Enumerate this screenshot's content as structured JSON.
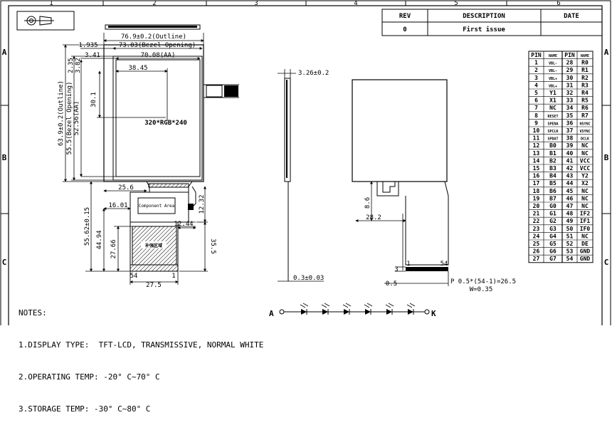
{
  "frame": {
    "col_numbers": [
      "1",
      "2",
      "3",
      "4",
      "5",
      "6"
    ],
    "row_letters": [
      "A",
      "B",
      "C"
    ]
  },
  "revision_table": {
    "headers": [
      "REV",
      "DESCRIPTION",
      "DATE"
    ],
    "rows": [
      {
        "rev": "0",
        "description": "First issue",
        "date": ""
      }
    ]
  },
  "front_view": {
    "outline_width": "76.9±0.2(Outline)",
    "bezel_width": "73.03(Bezel Opening)",
    "aa_width": "70.08(AA)",
    "offset_1935": "1.935",
    "offset_341": "3.41",
    "offset_3845": "38.45",
    "offset_235": "2.35",
    "offset_382": "3.82",
    "offset_301": "30.1",
    "outline_height": "63.9±0.2(Outline)",
    "bezel_height": "55.5(Bezel Opening)",
    "aa_height": "52.56(AA)",
    "resolution": "320*RGB*240",
    "fpc_label": "",
    "dim_256": "25.6",
    "dim_1601": "16.01",
    "component_area": "Component Area",
    "dim_1232": "12.32",
    "dim_1244": "12.44",
    "dim_5562": "55.62±0.15",
    "dim_4494": "44.94",
    "dim_2766": "27.66",
    "dim_355": "35.5",
    "stiffener_label": "补强区域",
    "pin_54": "54",
    "pin_1": "1",
    "dim_275": "27.5"
  },
  "side_view": {
    "thickness": "3.26±0.2",
    "fpc_thickness": "0.3±0.03"
  },
  "back_view": {
    "dim_86": "8.6",
    "dim_282": "28.2",
    "pin_1": "1",
    "pin_54": "54",
    "dim_3": "3",
    "dim_05": "0.5",
    "pitch": "P 0.5*(54-1)=26.5",
    "width": "W=0.35"
  },
  "pin_table": {
    "headers": [
      "PIN",
      "NAME",
      "PIN",
      "NAME"
    ],
    "rows": [
      [
        "1",
        "VBL-",
        "28",
        "R0"
      ],
      [
        "2",
        "VBL-",
        "29",
        "R1"
      ],
      [
        "3",
        "VBL+",
        "30",
        "R2"
      ],
      [
        "4",
        "VBL+",
        "31",
        "R3"
      ],
      [
        "5",
        "Y1",
        "32",
        "R4"
      ],
      [
        "6",
        "X1",
        "33",
        "R5"
      ],
      [
        "7",
        "NC",
        "34",
        "R6"
      ],
      [
        "8",
        "RESET",
        "35",
        "R7"
      ],
      [
        "9",
        "SPENA",
        "36",
        "HSYNC"
      ],
      [
        "10",
        "SPCLK",
        "37",
        "VSYNC"
      ],
      [
        "11",
        "SPDAT",
        "38",
        "DCLK"
      ],
      [
        "12",
        "B0",
        "39",
        "NC"
      ],
      [
        "13",
        "B1",
        "40",
        "NC"
      ],
      [
        "14",
        "B2",
        "41",
        "VCC"
      ],
      [
        "15",
        "B3",
        "42",
        "VCC"
      ],
      [
        "16",
        "B4",
        "43",
        "Y2"
      ],
      [
        "17",
        "B5",
        "44",
        "X2"
      ],
      [
        "18",
        "B6",
        "45",
        "NC"
      ],
      [
        "19",
        "B7",
        "46",
        "NC"
      ],
      [
        "20",
        "G0",
        "47",
        "NC"
      ],
      [
        "21",
        "G1",
        "48",
        "IF2"
      ],
      [
        "22",
        "G2",
        "49",
        "IF1"
      ],
      [
        "23",
        "G3",
        "50",
        "IF0"
      ],
      [
        "24",
        "G4",
        "51",
        "NC"
      ],
      [
        "25",
        "G5",
        "52",
        "DE"
      ],
      [
        "26",
        "G6",
        "53",
        "GND"
      ],
      [
        "27",
        "G7",
        "54",
        "GND"
      ]
    ]
  },
  "led_circuit": {
    "anode": "A",
    "cathode": "K"
  },
  "notes": {
    "title": "NOTES:",
    "line1": "1.DISPLAY TYPE:  TFT-LCD, TRANSMISSIVE, NORMAL WHITE",
    "line2": "2.OPERATING TEMP: -20° C~70° C",
    "line3": "3.STORAGE TEMP: -30° C~80° C"
  }
}
